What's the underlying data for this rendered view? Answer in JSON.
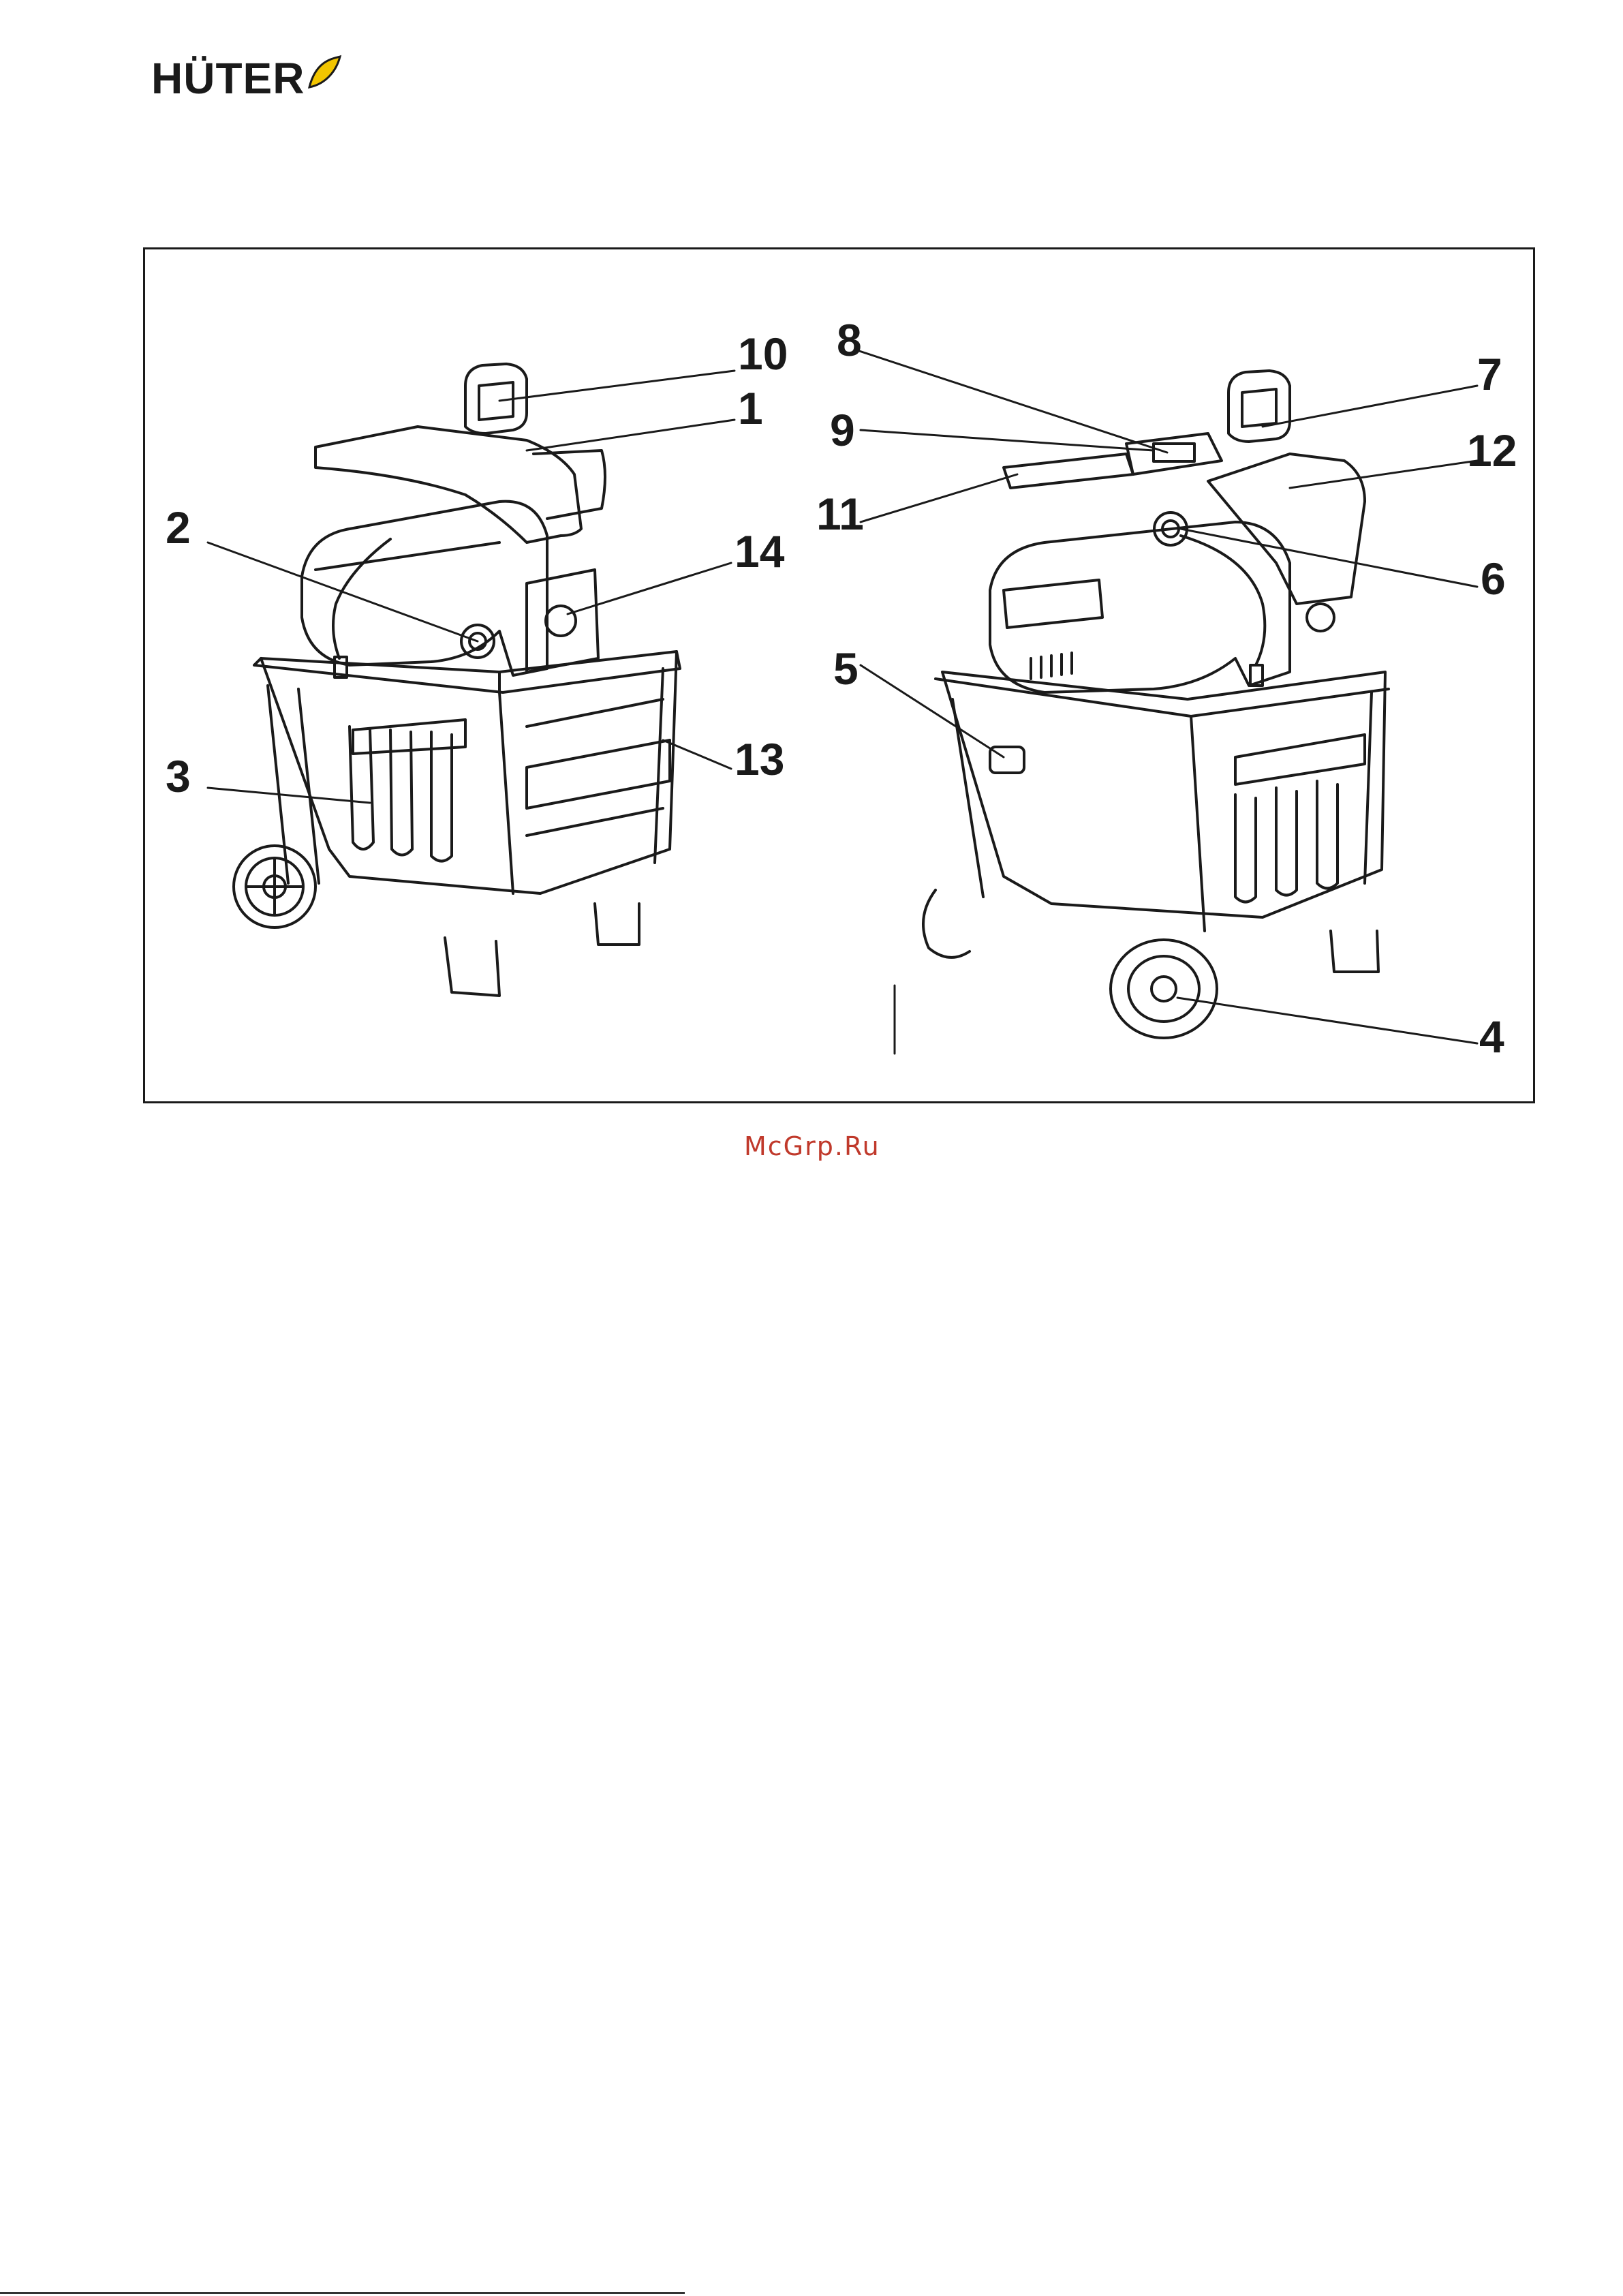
{
  "brand": {
    "name": "HÜTER"
  },
  "figure": {
    "callouts": [
      "10",
      "1",
      "2",
      "14",
      "3",
      "13",
      "8",
      "9",
      "7",
      "12",
      "11",
      "6",
      "5",
      "4"
    ]
  },
  "watermark": "McGrp.Ru",
  "colors": {
    "ink": "#1a1a1a",
    "watermark": "#c0392b",
    "logo_accent": "#f2c500"
  }
}
